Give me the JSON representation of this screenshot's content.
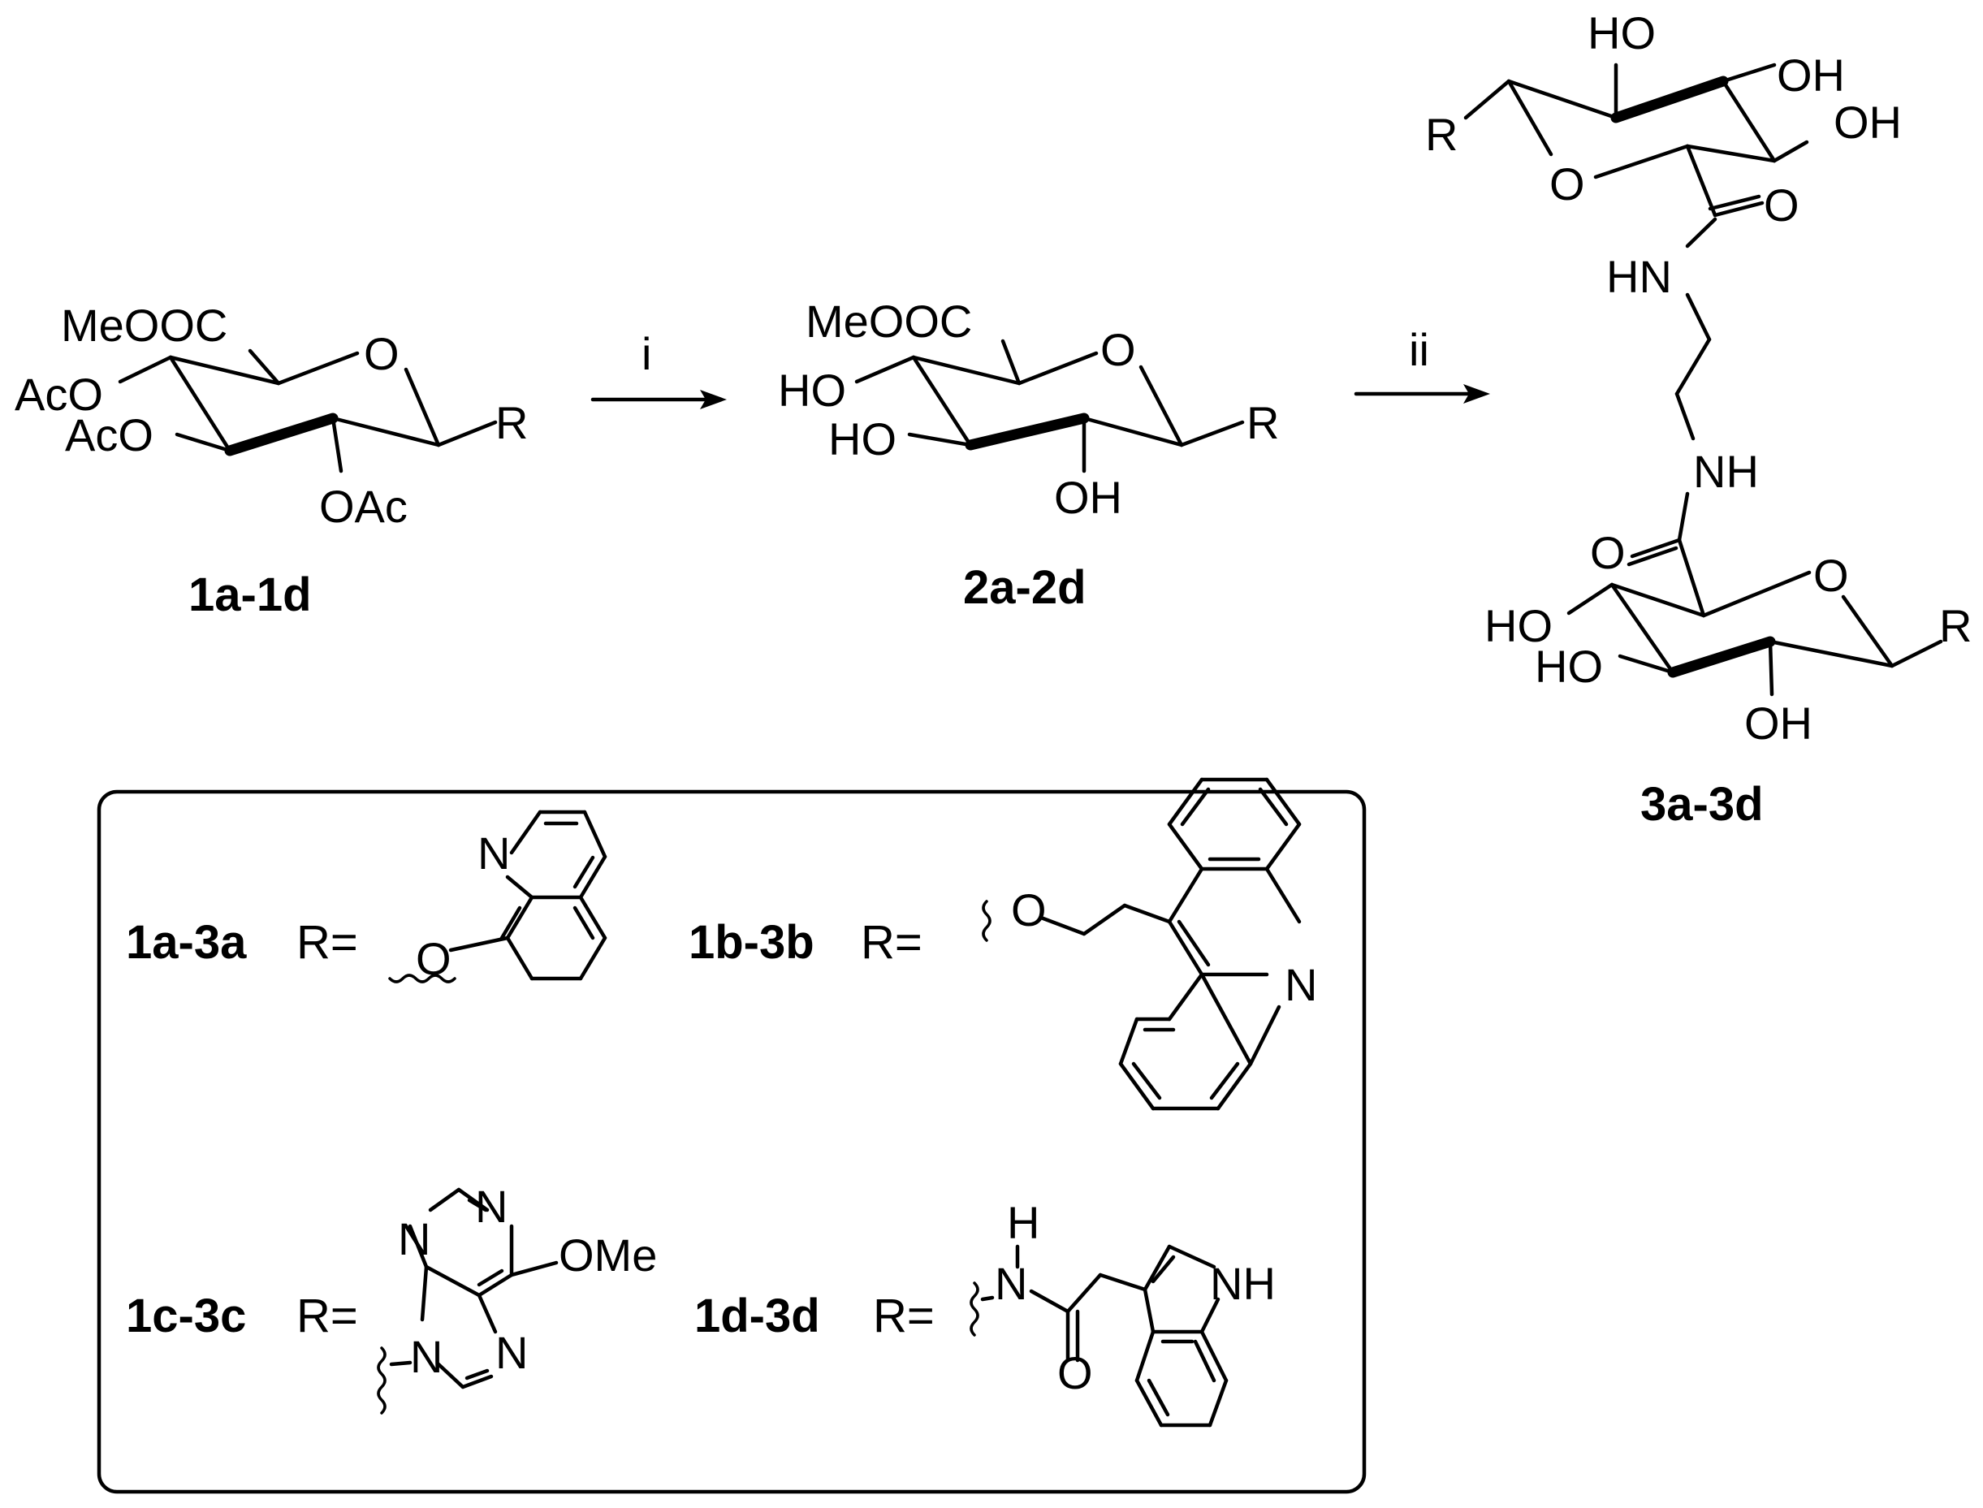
{
  "compounds": {
    "c1": {
      "label": "1a-1d",
      "substituents": {
        "ester": "MeOOC",
        "oac_top": "AcO",
        "oac_mid": "AcO",
        "oac_bottom": "OAc",
        "ring_o": "O",
        "r": "R"
      }
    },
    "c2": {
      "label": "2a-2d",
      "substituents": {
        "ester": "MeOOC",
        "oh_top": "HO",
        "oh_mid": "HO",
        "oh_bottom": "OH",
        "ring_o": "O",
        "r": "R"
      }
    },
    "c3": {
      "label": "3a-3d",
      "substituents": {
        "top_r": "R",
        "top_ho": "HO",
        "top_oh1": "OH",
        "top_oh2": "OH",
        "top_ring_o": "O",
        "top_co": "O",
        "hn": "HN",
        "nh": "NH",
        "bot_co": "O",
        "bot_ring_o": "O",
        "bot_ho1": "HO",
        "bot_ho2": "HO",
        "bot_oh": "OH",
        "bot_r": "R"
      }
    }
  },
  "steps": {
    "step1": "i",
    "step2": "ii"
  },
  "r_groups": [
    {
      "label": "1a-3a",
      "r_eq": "R=",
      "atoms": [
        "N",
        "O"
      ]
    },
    {
      "label": "1b-3b",
      "r_eq": "R=",
      "atoms": [
        "O",
        "N"
      ]
    },
    {
      "label": "1c-3c",
      "r_eq": "R=",
      "atoms": [
        "N",
        "N",
        "N",
        "N",
        "OMe"
      ]
    },
    {
      "label": "1d-3d",
      "r_eq": "R=",
      "atoms": [
        "H",
        "N",
        "O",
        "NH"
      ]
    }
  ]
}
